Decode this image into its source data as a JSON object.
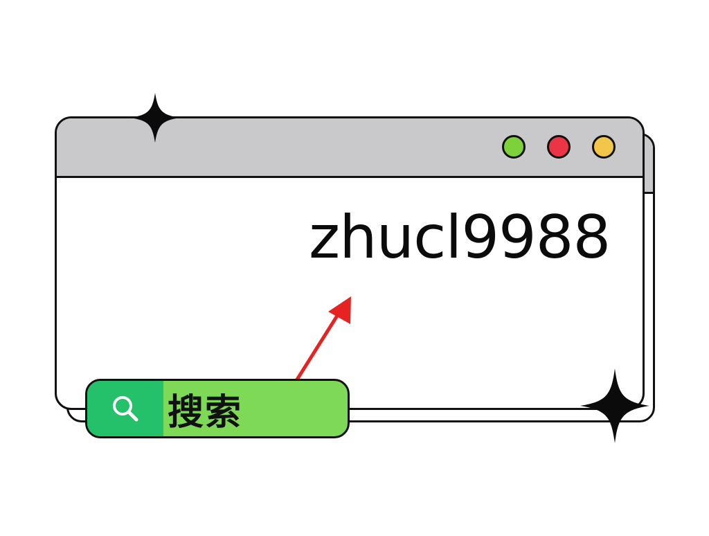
{
  "window": {
    "titlebar_color": "#c9c8ca",
    "buttons": [
      {
        "name": "green",
        "color": "#7dd23c"
      },
      {
        "name": "red",
        "color": "#ec3447"
      },
      {
        "name": "yellow",
        "color": "#f2c64a"
      }
    ]
  },
  "content": {
    "keyword": "zhucl9988"
  },
  "search": {
    "label": "搜索",
    "icon": "search-icon",
    "pill_color": "#7ed957",
    "icon_box_color": "#25c06a"
  },
  "arrow_color": "#e52421"
}
